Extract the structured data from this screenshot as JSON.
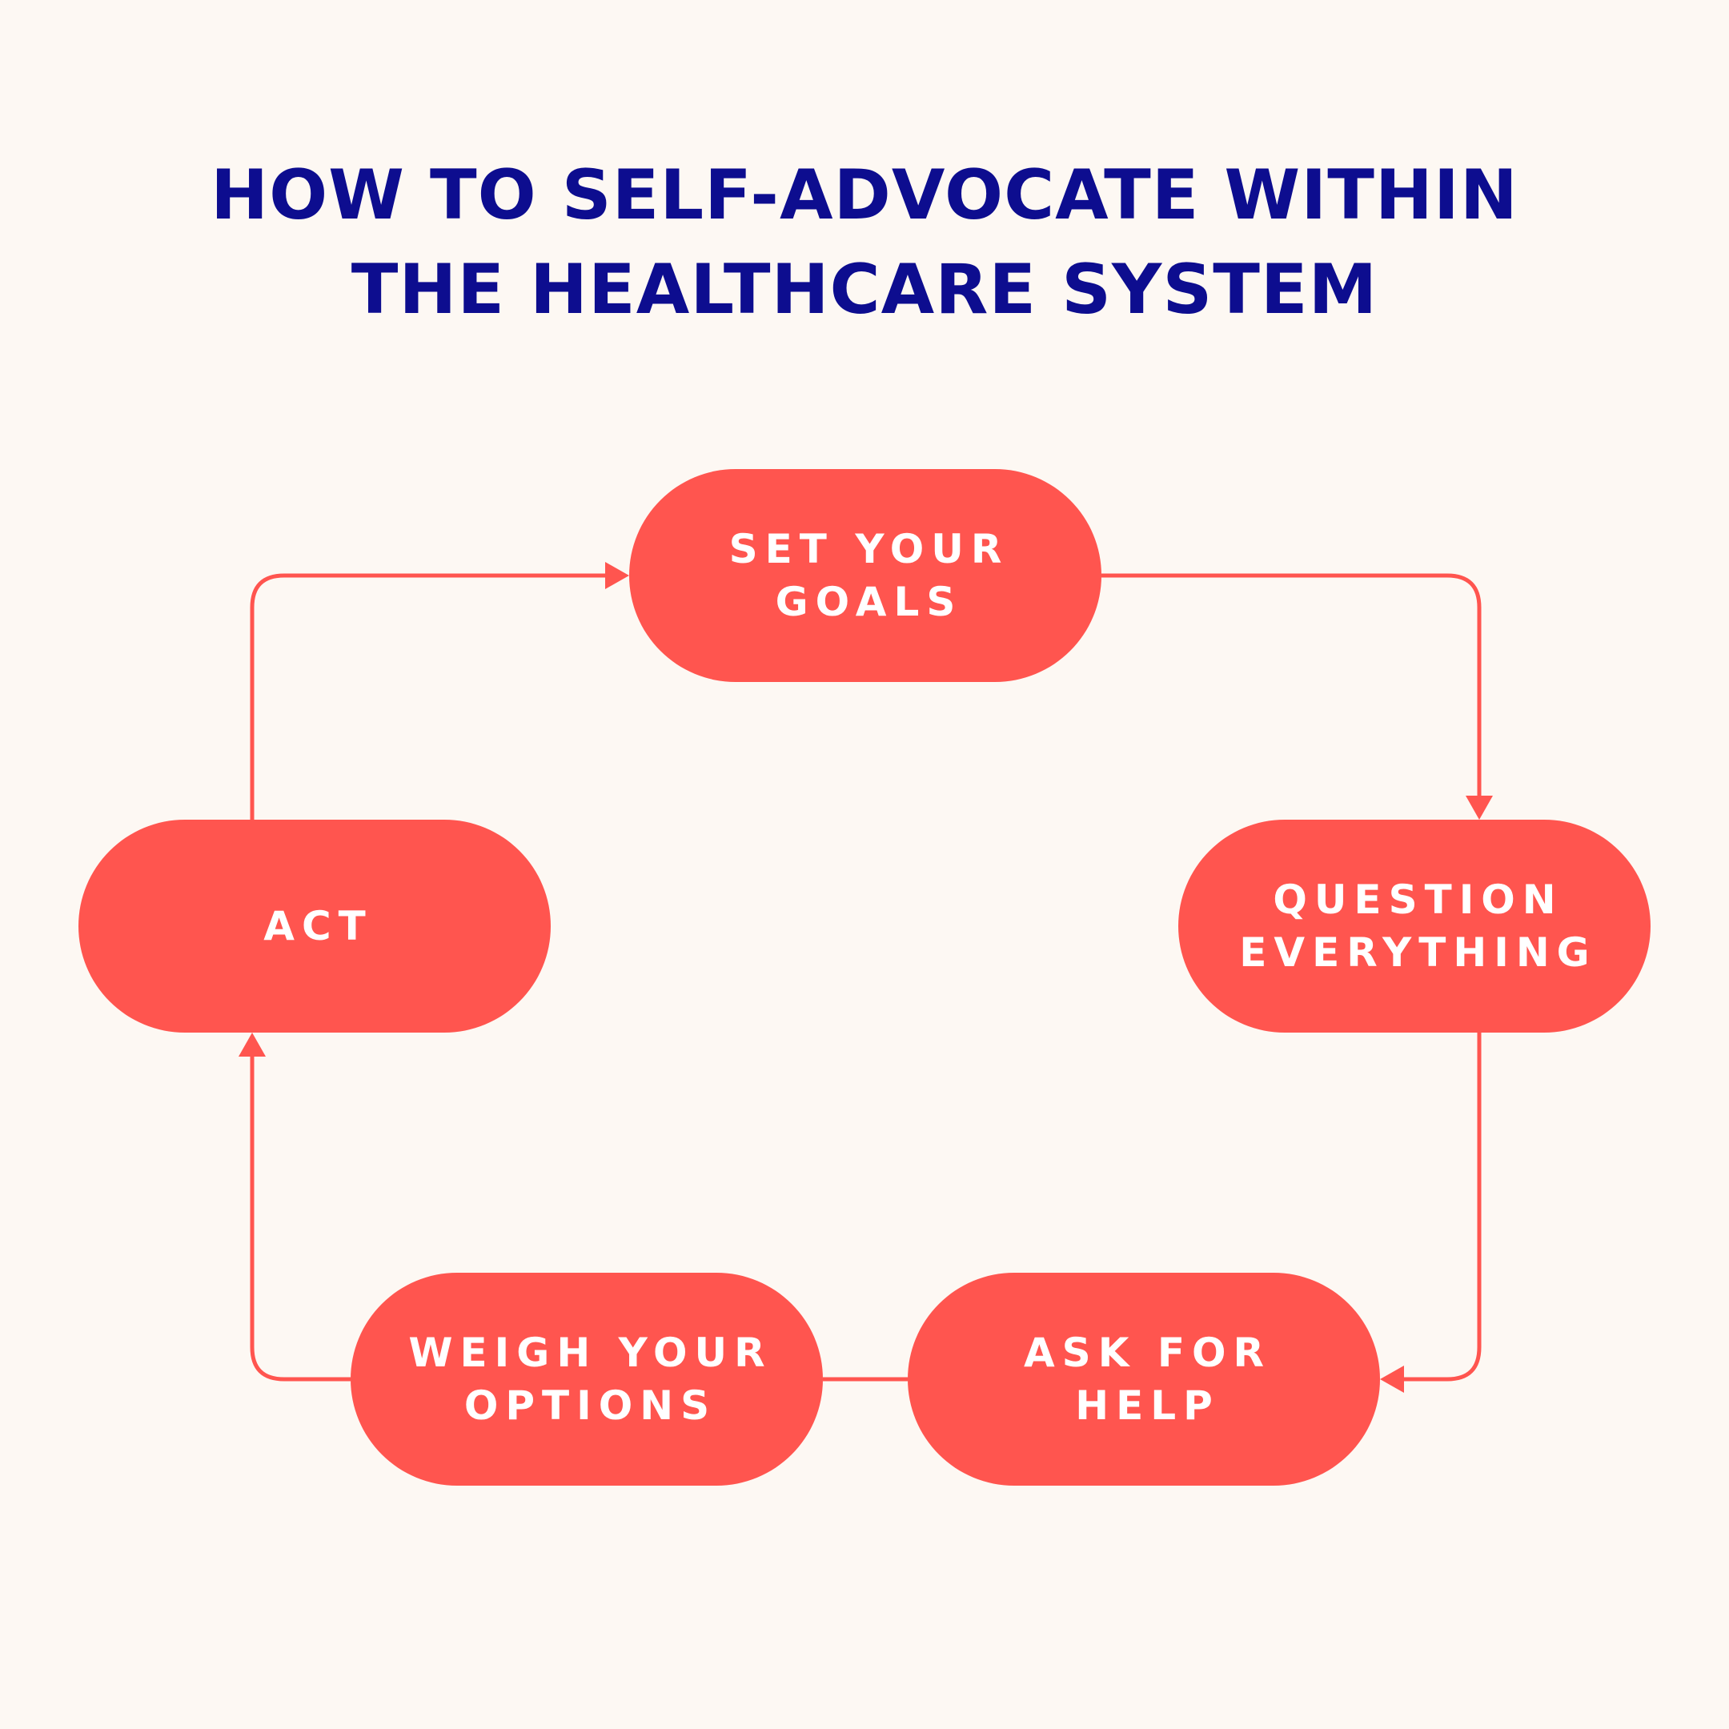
{
  "title": {
    "line1": "HOW TO SELF-ADVOCATE WITHIN",
    "line2": "THE HEALTHCARE SYSTEM"
  },
  "steps": [
    {
      "label": "SET YOUR\nGOALS"
    },
    {
      "label": "QUESTION\nEVERYTHING"
    },
    {
      "label": "ASK FOR\nHELP"
    },
    {
      "label": "WEIGH YOUR\nOPTIONS"
    },
    {
      "label": "ACT"
    }
  ],
  "colors": {
    "background": "#fdf8f3",
    "title": "#0d0d8f",
    "node": "#ff554f",
    "node_text": "#ffffff",
    "connector": "#ff554f"
  }
}
